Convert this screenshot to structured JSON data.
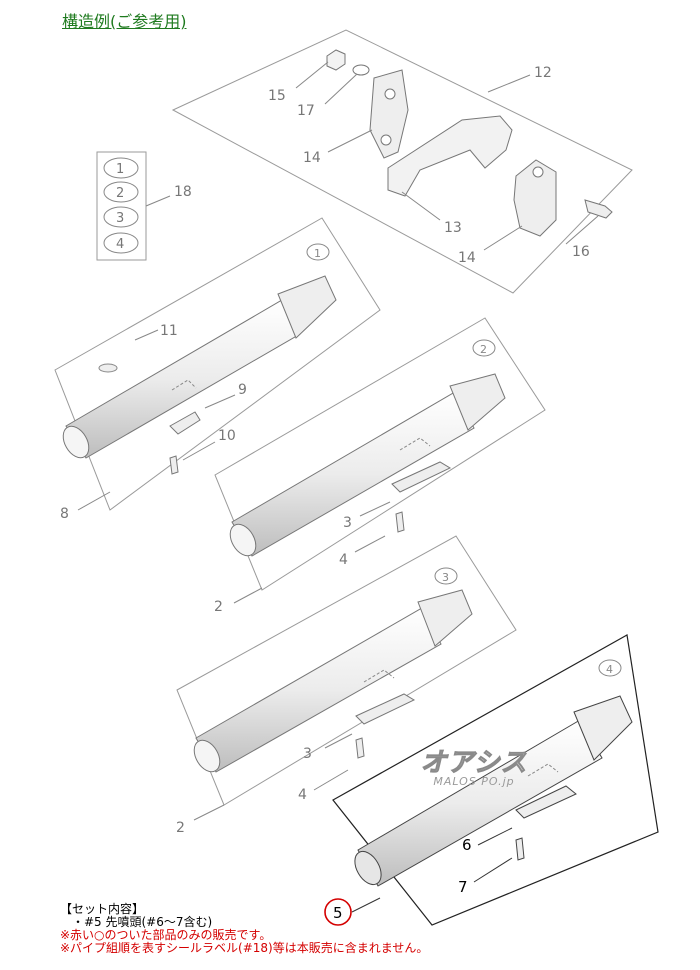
{
  "title": "構造例(ご参考用)",
  "callouts": {
    "n1": "1",
    "n2": "2",
    "n3": "3",
    "n4": "4",
    "n5": "5",
    "n6": "6",
    "n7": "7",
    "n8": "8",
    "n9": "9",
    "n10": "10",
    "n11": "11",
    "n12": "12",
    "n13": "13",
    "n14": "14",
    "n15": "15",
    "n16": "16",
    "n17": "17",
    "n18": "18"
  },
  "notes": {
    "set_heading": "【セット内容】",
    "set_item": "・#5 先噴頭(#6〜7含む)",
    "red_note_1": "※赤い○のついた部品のみの販売です。",
    "red_note_2": "※パイプ組順を表すシールラベル(#18)等は本販売に含まれません。"
  },
  "watermark": {
    "brand": "オアシス",
    "site": "MALOS PO.jp"
  },
  "colors": {
    "title": "#1e7a1e",
    "note_red": "#d40000",
    "highlight_circle": "#d40000",
    "line_gray": "#9a9a9a"
  }
}
